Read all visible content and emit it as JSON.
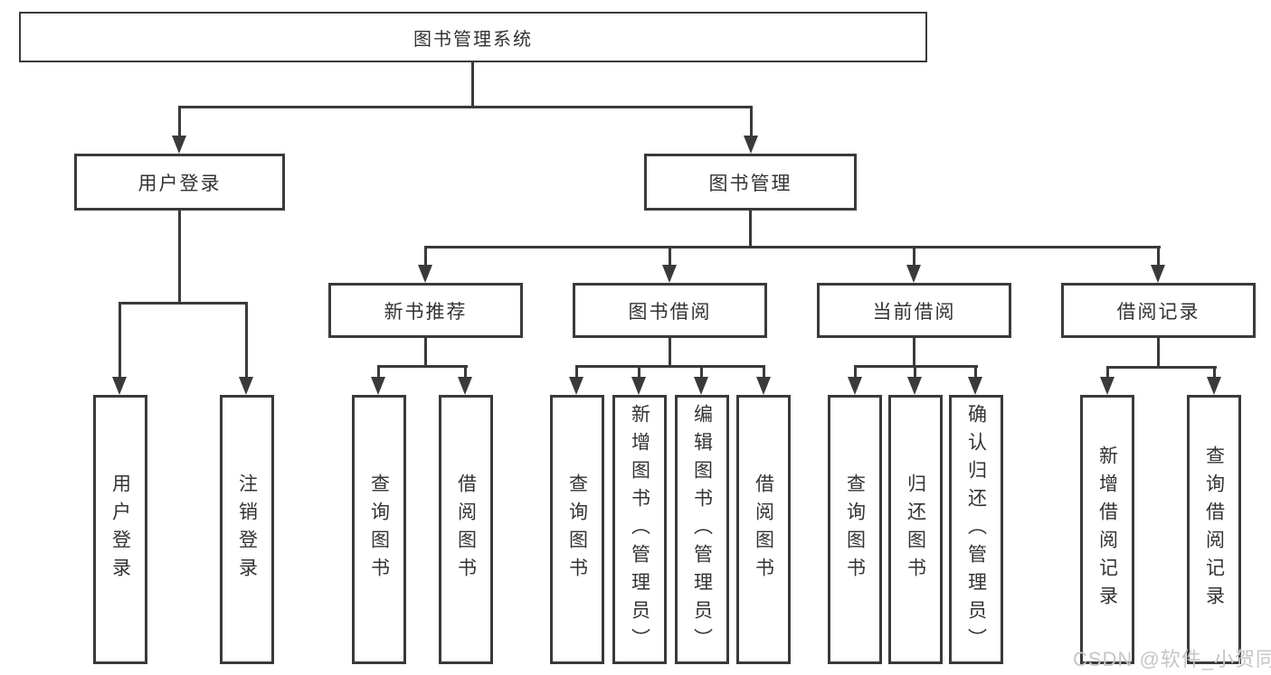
{
  "diagram": {
    "type": "tree",
    "tree": {
      "root": {
        "label": "图书管理系统"
      },
      "branches": [
        {
          "label": "用户登录",
          "children": [
            {
              "label": "用户登录"
            },
            {
              "label": "注销登录"
            }
          ]
        },
        {
          "label": "图书管理",
          "children": [
            {
              "label": "新书推荐",
              "children": [
                {
                  "label": "查询图书"
                },
                {
                  "label": "借阅图书"
                }
              ]
            },
            {
              "label": "图书借阅",
              "children": [
                {
                  "label": "查询图书"
                },
                {
                  "label": "新增图书（管理员）"
                },
                {
                  "label": "编辑图书（管理员）"
                },
                {
                  "label": "借阅图书"
                }
              ]
            },
            {
              "label": "当前借阅",
              "children": [
                {
                  "label": "查询图书"
                },
                {
                  "label": "归还图书"
                },
                {
                  "label": "确认归还（管理员）"
                }
              ]
            },
            {
              "label": "借阅记录",
              "children": [
                {
                  "label": "新增借阅记录"
                },
                {
                  "label": "查询借阅记录"
                }
              ]
            }
          ]
        }
      ]
    }
  },
  "watermark": {
    "text": "CSDN @软件_小贺同学"
  },
  "colors": {
    "line": "#3a3a3a",
    "text": "#333333",
    "watermark": "#c6c6c6",
    "background": "#ffffff"
  }
}
